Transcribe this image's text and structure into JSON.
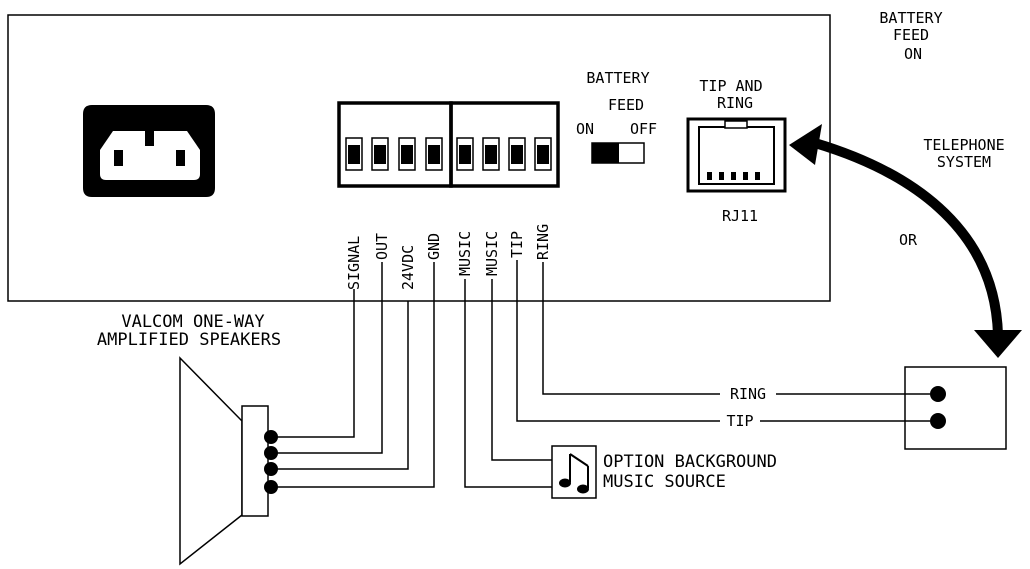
{
  "battery_feed_top": [
    "BATTERY",
    "FEED",
    "ON"
  ],
  "battery_feed_switch": {
    "title_lines": [
      "BATTERY",
      "FEED"
    ],
    "on_label": "ON",
    "off_label": "OFF"
  },
  "jack": {
    "title_lines": [
      "TIP AND",
      "RING"
    ],
    "model": "RJ11"
  },
  "telephone_system_lines": [
    "TELEPHONE",
    "SYSTEM"
  ],
  "or_label": "OR",
  "terminals": [
    "SIGNAL",
    "OUT",
    "24VDC",
    "GND",
    "MUSIC",
    "MUSIC",
    "TIP",
    "RING"
  ],
  "speakers_lines": [
    "VALCOM ONE-WAY",
    "AMPLIFIED SPEAKERS"
  ],
  "music_source_lines": [
    "OPTION BACKGROUND",
    "MUSIC SOURCE"
  ],
  "line_labels": {
    "ring": "RING",
    "tip": "TIP"
  }
}
